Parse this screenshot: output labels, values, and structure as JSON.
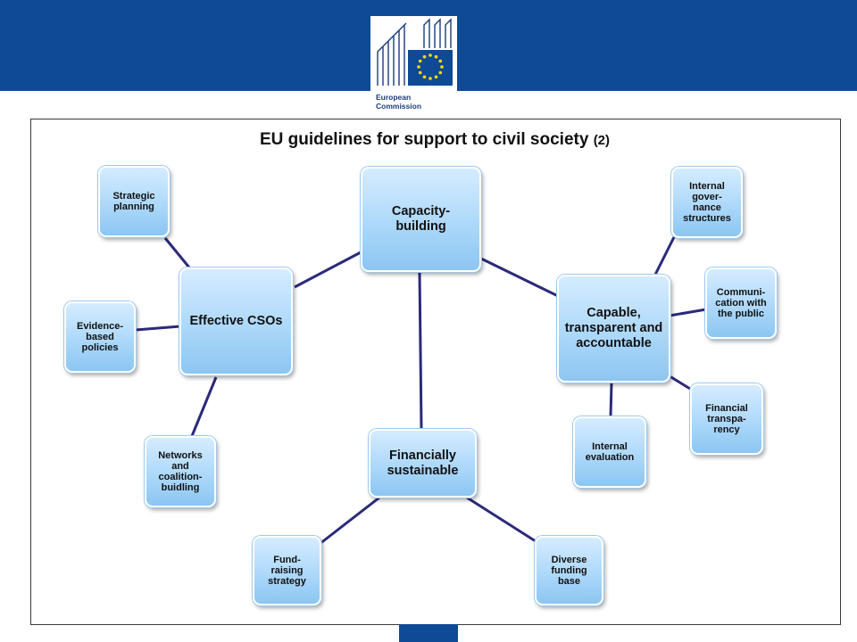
{
  "header": {
    "logo_line1": "European",
    "logo_line2": "Commission"
  },
  "title": {
    "main": "EU guidelines for support to civil society",
    "suffix": "(2)"
  },
  "colors": {
    "header_blue": "#0f4a96",
    "node_fill": "#b4dcfb",
    "connector": "#2b2a7a",
    "star_yellow": "#ffdd00"
  },
  "nodes": {
    "capacity_building": "Capacity- building",
    "effective_csos": "Effective CSOs",
    "capable": "Capable, transparent and accountable",
    "financially_sustainable": "Financially sustainable",
    "strategic_planning": "Strategic planning",
    "evidence_based": "Evidence- based policies",
    "networks": "Networks and coalition- buidling",
    "internal_governance": "Internal gover- nance structures",
    "communication": "Communi- cation with the public",
    "financial_transparency": "Financial transpa- rency",
    "internal_evaluation": "Internal evaluation",
    "fund_raising": "Fund- raising strategy",
    "diverse_funding": "Diverse funding base"
  }
}
